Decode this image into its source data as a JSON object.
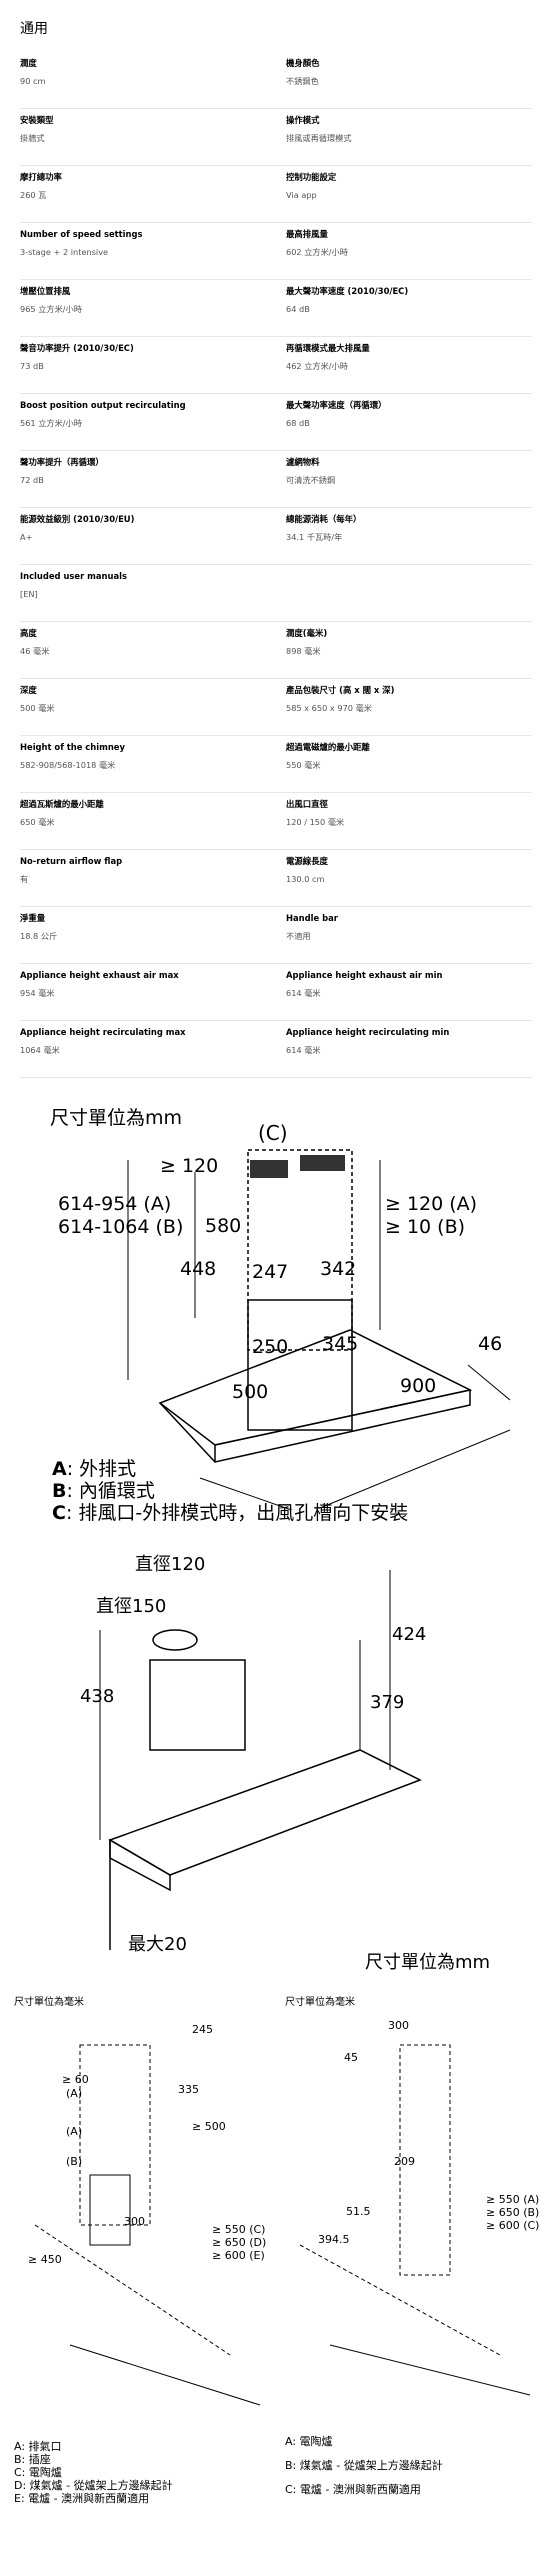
{
  "section_title": "通用",
  "specs": [
    [
      {
        "k": "濶度",
        "v": "90 cm"
      },
      {
        "k": "機身顏色",
        "v": "不銹鋼色"
      }
    ],
    [
      {
        "k": "安裝類型",
        "v": "掛牆式"
      },
      {
        "k": "操作模式",
        "v": "排風或再循環模式"
      }
    ],
    [
      {
        "k": "摩打總功率",
        "v": "260 瓦"
      },
      {
        "k": "控制功能設定",
        "v": "Via app"
      }
    ],
    [
      {
        "k": "Number of speed settings",
        "v": "3-stage + 2 intensive"
      },
      {
        "k": "最高排風量",
        "v": "602 立方米/小時"
      }
    ],
    [
      {
        "k": "增壓位置排風",
        "v": "965 立方米/小時"
      },
      {
        "k": "最大聲功率速度 (2010/30/EC)",
        "v": "64 dB"
      }
    ],
    [
      {
        "k": "聲音功率提升 (2010/30/EC)",
        "v": "73 dB"
      },
      {
        "k": "再循環模式最大排風量",
        "v": "462 立方米/小時"
      }
    ],
    [
      {
        "k": "Boost position output recirculating",
        "v": "561 立方米/小時"
      },
      {
        "k": "最大聲功率速度（再循環）",
        "v": "68 dB"
      }
    ],
    [
      {
        "k": "聲功率提升（再循環）",
        "v": "72 dB"
      },
      {
        "k": "濾網物料",
        "v": "可清洗不銹鋼"
      }
    ],
    [
      {
        "k": "能源效益級別 (2010/30/EU)",
        "v": "A+"
      },
      {
        "k": "總能源消耗（每年）",
        "v": "34.1 千瓦時/年"
      }
    ],
    [
      {
        "k": "Included user manuals",
        "v": "[EN]"
      },
      {
        "k": "",
        "v": ""
      }
    ],
    [
      {
        "k": "高度",
        "v": "46 毫米"
      },
      {
        "k": "濶度(毫米)",
        "v": "898 毫米"
      }
    ],
    [
      {
        "k": "深度",
        "v": "500 毫米"
      },
      {
        "k": "產品包裝尺寸 (高 x 闊 x 深)",
        "v": "585 x 650 x 970 毫米"
      }
    ],
    [
      {
        "k": "Height of the chimney",
        "v": "582-908/568-1018 毫米"
      },
      {
        "k": "超過電磁爐的最小距離",
        "v": "550 毫米"
      }
    ],
    [
      {
        "k": "超過瓦斯爐的最小距離",
        "v": "650 毫米"
      },
      {
        "k": "出風口直徑",
        "v": "120 / 150 毫米"
      }
    ],
    [
      {
        "k": "No-return airflow flap",
        "v": "有"
      },
      {
        "k": "電源線長度",
        "v": "130.0 cm"
      }
    ],
    [
      {
        "k": "淨重量",
        "v": "18.8 公斤"
      },
      {
        "k": "Handle bar",
        "v": "不適用"
      }
    ],
    [
      {
        "k": "Appliance height exhaust air max",
        "v": "954 毫米"
      },
      {
        "k": "Appliance height exhaust air min",
        "v": "614 毫米"
      }
    ],
    [
      {
        "k": "Appliance height recirculating max",
        "v": "1064 毫米"
      },
      {
        "k": "Appliance height recirculating min",
        "v": "614 毫米"
      }
    ]
  ],
  "diagram1": {
    "unit_label": "尺寸單位為mm",
    "c_label": "(C)",
    "d120": "≥ 120",
    "d580": "580",
    "d448": "448",
    "d247": "247",
    "d342": "342",
    "d250": "250",
    "d345": "345",
    "range_a": "614-954 (A)",
    "range_b": "614-1064 (B)",
    "r120a": "≥ 120 (A)",
    "r10b": "≥ 10 (B)",
    "d46": "46",
    "d500": "500",
    "d900": "900",
    "legend_a_key": "A",
    "legend_a": ": 外排式",
    "legend_b_key": "B",
    "legend_b": ": 內循環式",
    "legend_c_key": "C",
    "legend_c": ": 排風口-外排模式時，出風孔槽向下安裝"
  },
  "diagram2": {
    "dia120": "直徑120",
    "dia150": "直徑150",
    "d424": "424",
    "d438": "438",
    "d379": "379",
    "max20": "最大20",
    "unit_label": "尺寸單位為mm"
  },
  "diagram3": {
    "unit_left": "尺寸單位為毫米",
    "unit_right": "尺寸單位為毫米",
    "l245": "245",
    "l60": "≥ 60",
    "l335": "335",
    "lA1": "(A)",
    "lA2": "(A)",
    "lB": "(B)",
    "l500": "≥ 500",
    "l300": "300",
    "l450": "≥ 450",
    "l550c": "≥ 550 (C)",
    "l650d": "≥ 650 (D)",
    "l600e": "≥ 600 (E)",
    "r300": "300",
    "r45": "45",
    "r209": "209",
    "r515": "51.5",
    "r3945": "394.5",
    "r550a": "≥ 550 (A)",
    "r650b": "≥ 650 (B)",
    "r600c": "≥ 600 (C)",
    "legend_left": [
      "A: 排氣口",
      "B: 插座",
      "C: 電陶爐",
      "D: 煤氣爐 - 從爐架上方邊緣起計",
      "E: 電爐 - 澳洲與新西蘭適用"
    ],
    "legend_right": [
      "A: 電陶爐",
      "B: 煤氣爐 - 從爐架上方邊緣起計",
      "C: 電爐 - 澳洲與新西蘭適用"
    ]
  }
}
